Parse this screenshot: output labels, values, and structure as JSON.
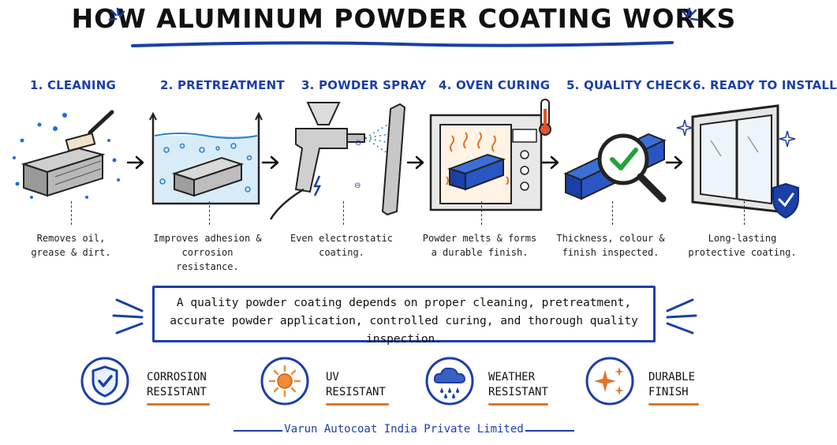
{
  "title": "HOW ALUMINUM POWDER COATING WORKS",
  "steps": [
    {
      "title": "1. CLEANING",
      "description": [
        "Removes oil,",
        "grease & dirt."
      ]
    },
    {
      "title": "2. PRETREATMENT",
      "description": [
        "Improves adhesion &",
        "corrosion resistance."
      ]
    },
    {
      "title": "3. POWDER SPRAY",
      "description": [
        "Even electrostatic",
        "coating."
      ]
    },
    {
      "title": "4. OVEN CURING",
      "description": [
        "Powder melts & forms",
        "a durable finish."
      ]
    },
    {
      "title": "5. QUALITY CHECK",
      "description": [
        "Thickness, colour &",
        "finish inspected."
      ]
    },
    {
      "title": "6. READY TO INSTALL",
      "description": [
        "Long-lasting",
        "protective coating."
      ]
    }
  ],
  "summary": {
    "lines": [
      "A quality powder coating depends on proper cleaning, pretreatment,",
      "accurate powder application, controlled curing, and thorough quality inspection."
    ]
  },
  "benefits": [
    {
      "label": [
        "CORROSION",
        "RESISTANT"
      ],
      "icon": "shield-check-icon"
    },
    {
      "label": [
        "UV",
        "RESISTANT"
      ],
      "icon": "sun-icon"
    },
    {
      "label": [
        "WEATHER",
        "RESISTANT"
      ],
      "icon": "rain-cloud-icon"
    },
    {
      "label": [
        "DURABLE",
        "FINISH"
      ],
      "icon": "sparkle-icon"
    }
  ],
  "footer": "Varun Autocoat India Private Limited",
  "colors": {
    "accent_blue": "#1a3fa8",
    "accent_orange": "#e0762b",
    "ink": "#111111"
  }
}
